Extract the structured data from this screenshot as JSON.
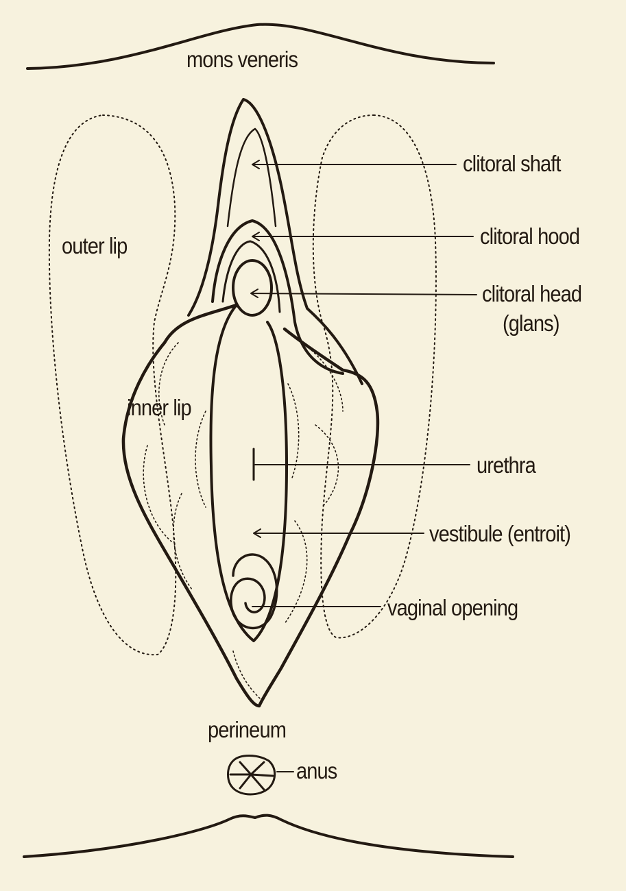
{
  "labels": {
    "mons_veneris": "mons veneris",
    "clitoral_shaft": "clitoral shaft",
    "clitoral_hood": "clitoral hood",
    "clitoral_head": "clitoral head",
    "glans": "(glans)",
    "outer_lip": "outer lip",
    "inner_lip": "inner lip",
    "urethra": "urethra",
    "vestibule": "vestibule (entroit)",
    "vaginal_opening": "vaginal opening",
    "perineum": "perineum",
    "anus": "anus"
  },
  "colors": {
    "background": "#f7f2de",
    "ink": "#231a12"
  }
}
